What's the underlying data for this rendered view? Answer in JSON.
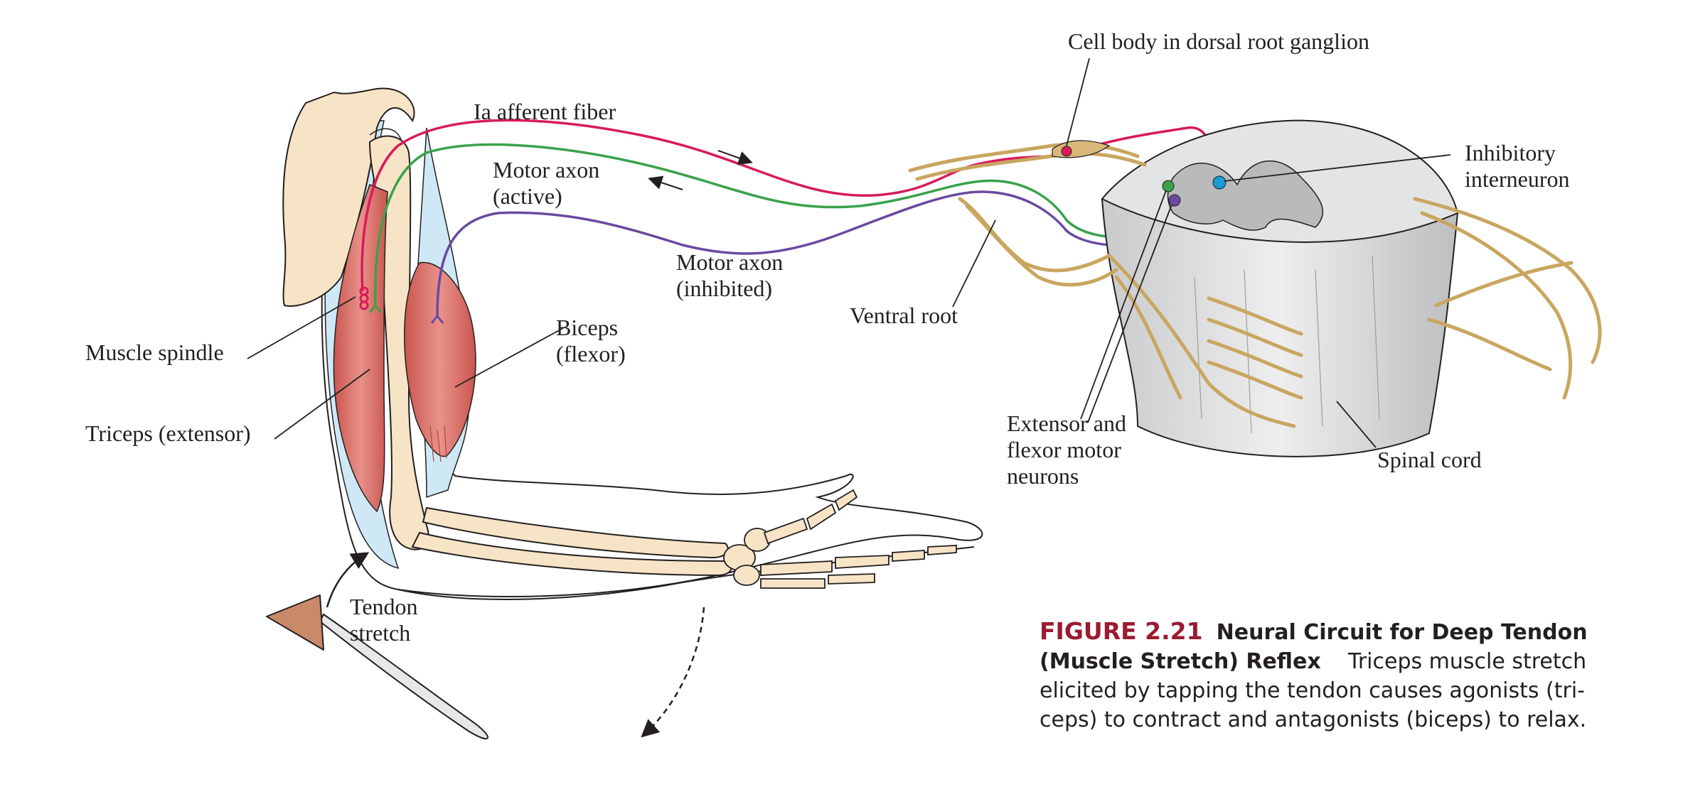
{
  "labels": {
    "cell_body": "Cell body in dorsal root ganglion",
    "ia_afferent": "Ia afferent fiber",
    "motor_axon_active_1": "Motor axon",
    "motor_axon_active_2": "(active)",
    "motor_axon_inhibited_1": "Motor axon",
    "motor_axon_inhibited_2": "(inhibited)",
    "inhibitory_interneuron_1": "Inhibitory",
    "inhibitory_interneuron_2": "interneuron",
    "ventral_root": "Ventral root",
    "biceps_1": "Biceps",
    "biceps_2": "(flexor)",
    "muscle_spindle": "Muscle spindle",
    "triceps": "Triceps (extensor)",
    "motor_neurons_1": "Extensor and",
    "motor_neurons_2": "flexor motor",
    "motor_neurons_3": "neurons",
    "spinal_cord": "Spinal cord",
    "tendon_1": "Tendon",
    "tendon_2": "stretch"
  },
  "caption": {
    "number": "FIGURE 2.21",
    "title_line1": "Neural Circuit for Deep Tendon",
    "title_line2": "(Muscle Stretch) Reflex",
    "body_line1": "Triceps muscle stretch",
    "body_line2": "elicited by tapping the tendon causes agonists (tri-",
    "body_line3": "ceps) to contract and antagonists (biceps) to relax."
  },
  "colors": {
    "afferent": "#d81b5a",
    "motor_active": "#3aa24a",
    "motor_inhibited": "#6b4aa0",
    "interneuron": "#1a9ad6",
    "muscle": "#e07f78",
    "bone": "#f7e4c6",
    "cord": "#d9dadb",
    "nerve": "#d8b97a"
  }
}
